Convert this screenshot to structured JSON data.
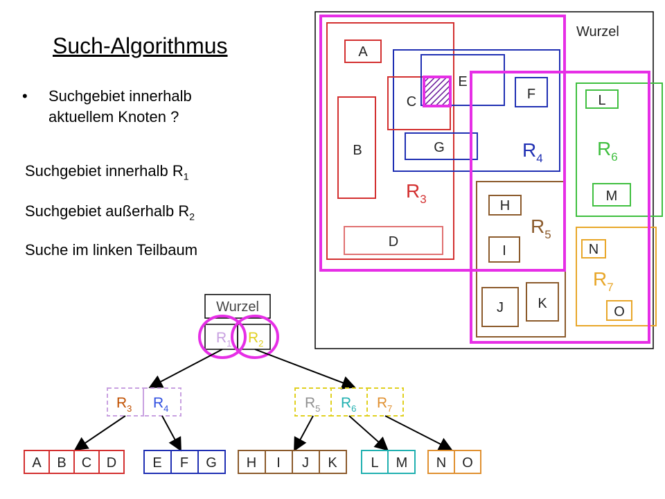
{
  "title": "Such-Algorithmus",
  "bullet": {
    "symbol": "•",
    "text_line1": "Suchgebiet innerhalb",
    "text_line2": "aktuellem Knoten ?"
  },
  "step1": {
    "arrow": "",
    "text": "Suchgebiet innerhalb R",
    "sub": "1"
  },
  "step2": {
    "arrow": "",
    "text": "Suchgebiet außerhalb R",
    "sub": "2"
  },
  "step3": {
    "arrow": "",
    "text": "Suche im linken Teilbaum"
  },
  "map": {
    "root_label": "Wurzel",
    "objects": [
      "A",
      "B",
      "C",
      "D",
      "E",
      "F",
      "G",
      "H",
      "I",
      "J",
      "K",
      "L",
      "M",
      "N",
      "O"
    ],
    "region_labels": {
      "R3": "R",
      "R3_sub": "3",
      "R4": "R",
      "R4_sub": "4",
      "R5": "R",
      "R5_sub": "5",
      "R6": "R",
      "R6_sub": "6",
      "R7": "R",
      "R7_sub": "7"
    }
  },
  "tree": {
    "root_label": "Wurzel",
    "root_entries": [
      {
        "letter": "R",
        "sub": "1"
      },
      {
        "letter": "R",
        "sub": "2"
      }
    ],
    "level1_left": [
      {
        "letter": "R",
        "sub": "3"
      },
      {
        "letter": "R",
        "sub": "4"
      }
    ],
    "level1_right": [
      {
        "letter": "R",
        "sub": "5"
      },
      {
        "letter": "R",
        "sub": "6"
      },
      {
        "letter": "R",
        "sub": "7"
      }
    ],
    "leaves": [
      [
        "A",
        "B",
        "C",
        "D"
      ],
      [
        "E",
        "F",
        "G"
      ],
      [
        "H",
        "I",
        "J",
        "K"
      ],
      [
        "L",
        "M"
      ],
      [
        "N",
        "O"
      ]
    ]
  },
  "colors": {
    "r3": "#d32f2f",
    "r4": "#1f2fb3",
    "r5": "#8b5a2b",
    "r6": "#3fbf3f",
    "r7": "#e8a628",
    "magenta": "#e62ee6",
    "r1_light": "#c8a0e0",
    "r2_light": "#e0d020",
    "tree_r3": "#c05000",
    "tree_r4": "#3050e0",
    "tree_r5": "#909090",
    "tree_r6": "#20b0b0",
    "tree_r7": "#e09030"
  }
}
